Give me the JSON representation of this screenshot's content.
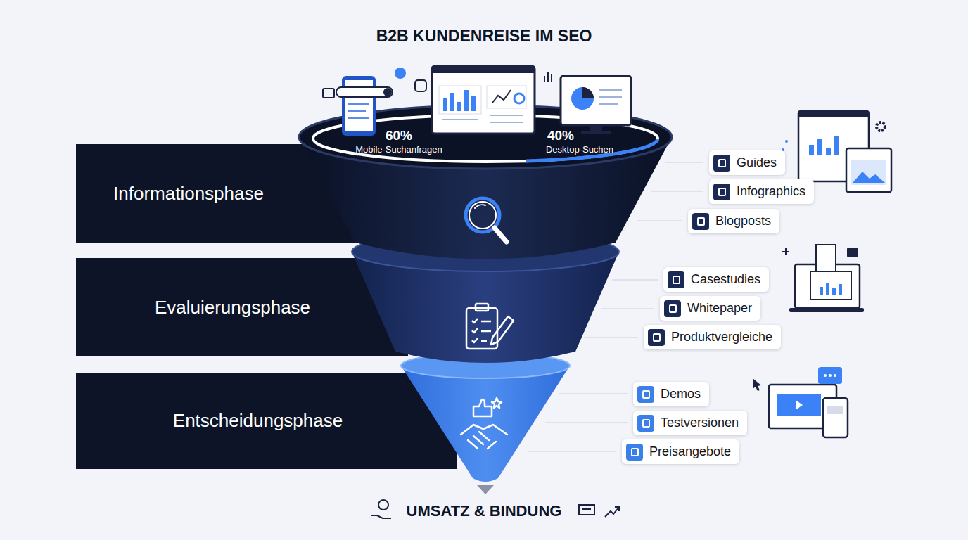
{
  "diagram": {
    "title": "B2B KUNDENREISE IM SEO",
    "nodes": [
      {
        "text": [
          "Informationsphase"
        ]
      },
      {
        "text": [
          "Evaluierungsphase"
        ]
      },
      {
        "text": [
          "Entscheidungsphase"
        ]
      },
      {
        "text": [
          "Guides"
        ]
      },
      {
        "text": [
          "Infographics"
        ]
      },
      {
        "text": [
          "Blogposts"
        ]
      },
      {
        "text": [
          "Casestudies"
        ]
      },
      {
        "text": [
          "Whitepaper"
        ]
      },
      {
        "text": [
          "Produktvergleiche"
        ]
      },
      {
        "text": [
          "Demos"
        ]
      },
      {
        "text": [
          "Testversionen"
        ]
      },
      {
        "text": [
          "Preisangebote"
        ]
      }
    ],
    "labels": [
      "60%",
      "Mobile-Suchanfragen",
      "40%",
      "Desktop-Suchen",
      "UMSATZ & BINDUNG"
    ]
  }
}
